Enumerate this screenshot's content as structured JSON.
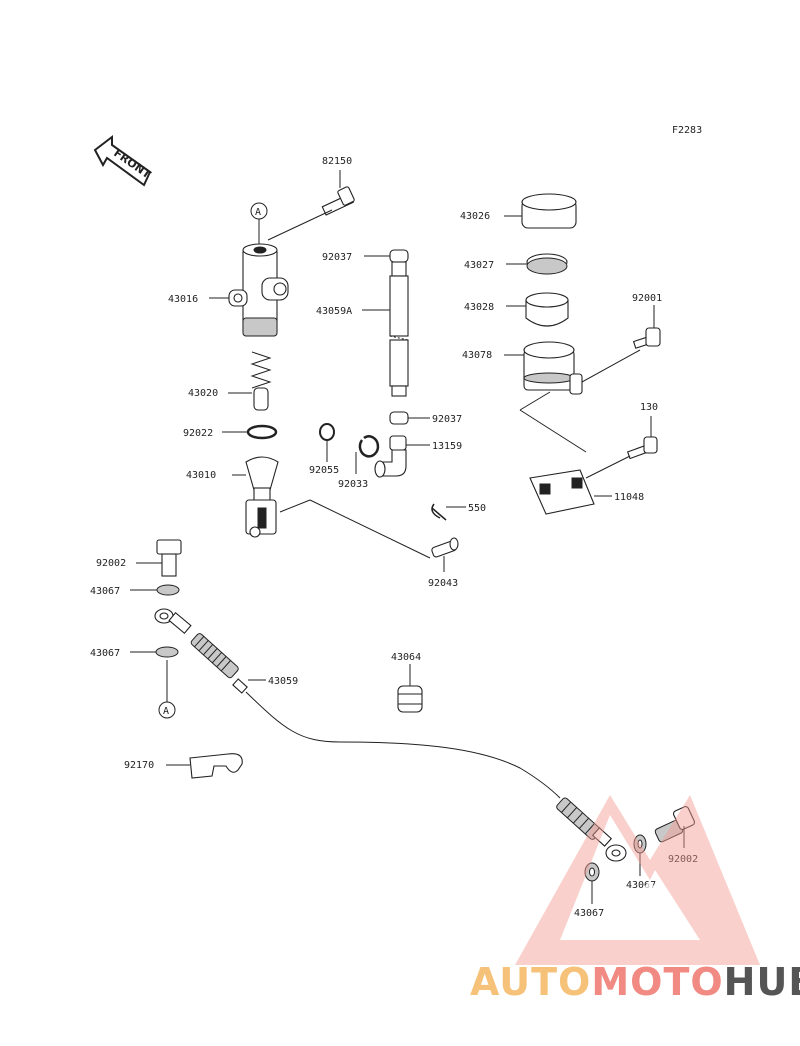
{
  "figure_code": "F2283",
  "front_arrow_label": "FRONT",
  "ref_marker": "A",
  "labels": {
    "p82150": "82150",
    "p43016": "43016",
    "p92037a": "92037",
    "p43059A": "43059A",
    "p92037b": "92037",
    "p43020": "43020",
    "p92022": "92022",
    "p43010": "43010",
    "p92055": "92055",
    "p92033": "92033",
    "p13159": "13159",
    "p550": "550",
    "p92043": "92043",
    "p43026": "43026",
    "p43027": "43027",
    "p43028": "43028",
    "p92001": "92001",
    "p43078": "43078",
    "p130": "130",
    "p11048": "11048",
    "p92002a": "92002",
    "p43067a": "43067",
    "p43067b": "43067",
    "p43059": "43059",
    "p43064": "43064",
    "p92170": "92170",
    "p43067c": "43067",
    "p92002b": "92002",
    "p43067d": "43067"
  },
  "watermark": {
    "part1": "AUTO",
    "part2": "MOTO",
    "part3": "HUB",
    "colors": {
      "auto": "#f6c27a",
      "moto": "#f08a82",
      "hub": "#555555",
      "logo": "#f29a90"
    }
  }
}
